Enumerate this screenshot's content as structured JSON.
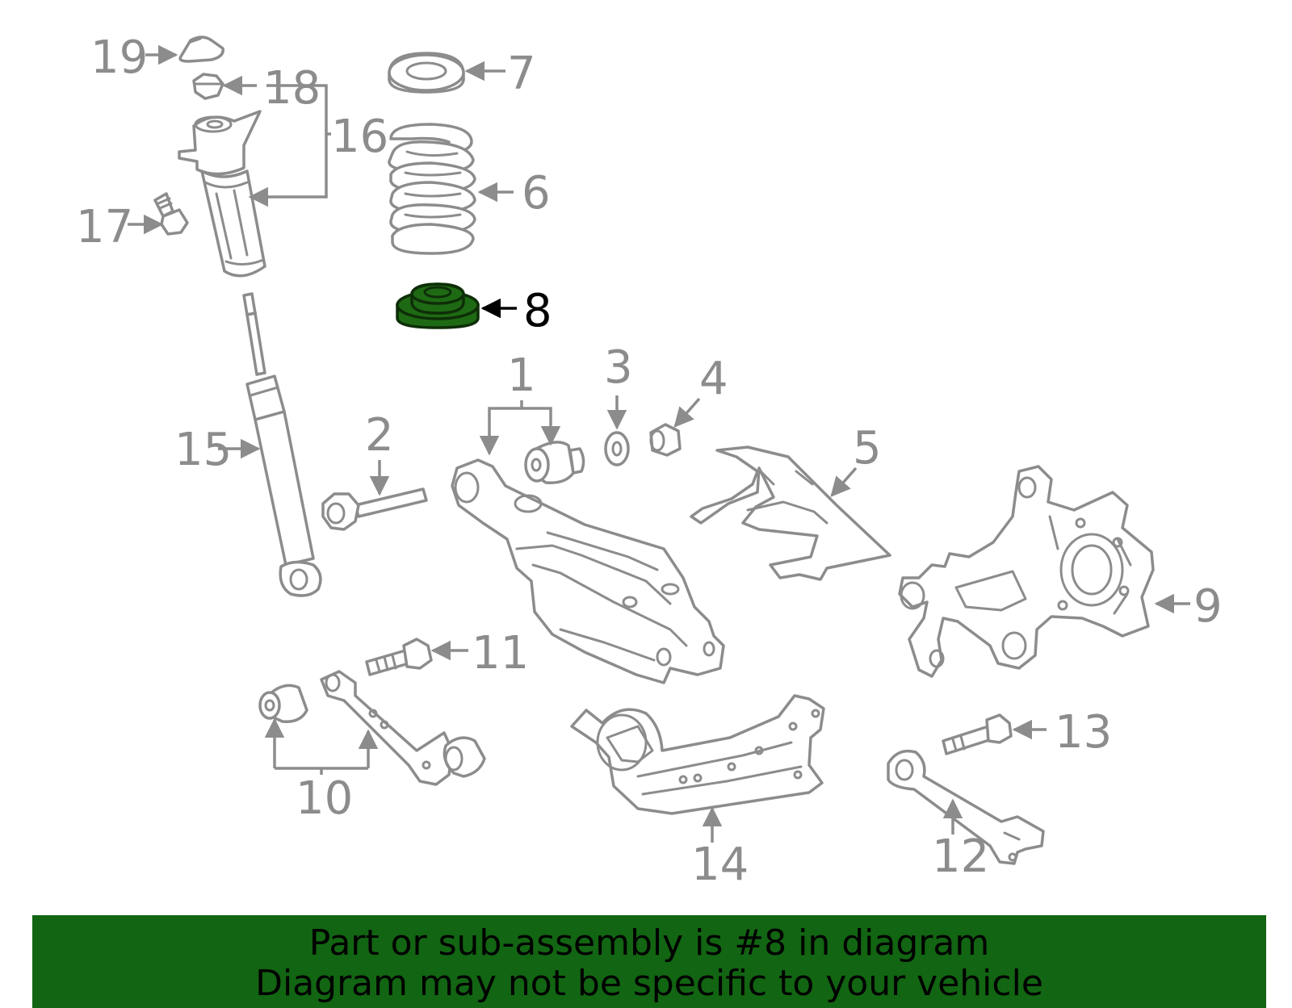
{
  "diagram": {
    "callouts": {
      "c1": "1",
      "c2": "2",
      "c3": "3",
      "c4": "4",
      "c5": "5",
      "c6": "6",
      "c7": "7",
      "c8": "8",
      "c9": "9",
      "c10": "10",
      "c11": "11",
      "c12": "12",
      "c13": "13",
      "c14": "14",
      "c15": "15",
      "c16": "16",
      "c17": "17",
      "c18": "18",
      "c19": "19"
    },
    "highlight_color": "#1e6a14",
    "line_color": "#8c8c8c"
  },
  "banner": {
    "line1": "Part or sub-assembly is #8 in diagram",
    "line2": "Diagram may not be specific to your vehicle",
    "background": "#126512"
  }
}
